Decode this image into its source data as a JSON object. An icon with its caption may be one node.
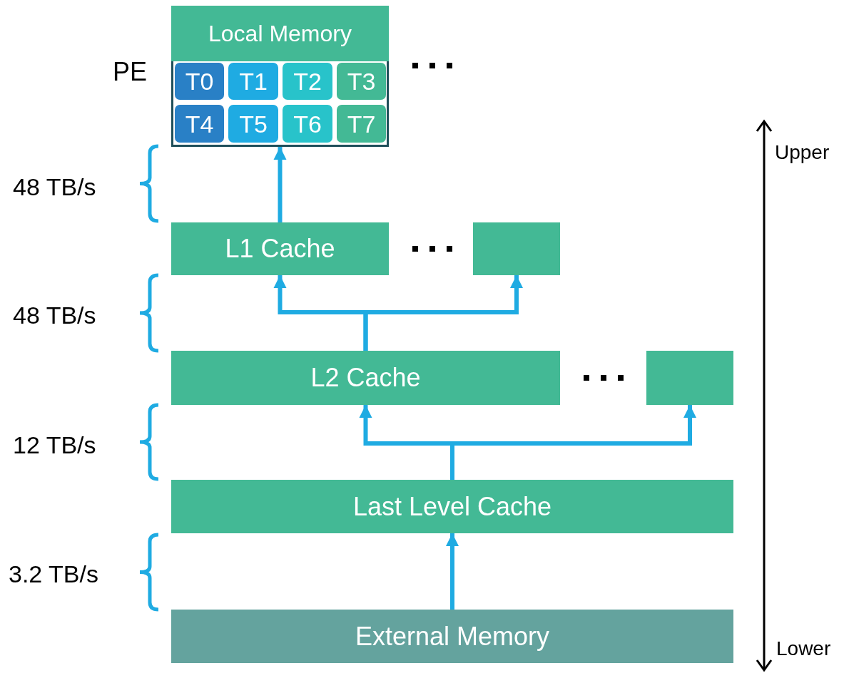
{
  "diagram": {
    "nodes": [
      {
        "text": [
          "PE"
        ]
      },
      {
        "text": [
          "Local Memory"
        ],
        "in": 0
      },
      {
        "text": [
          "T0"
        ],
        "in": 0
      },
      {
        "text": [
          "T1"
        ],
        "in": 0
      },
      {
        "text": [
          "T2"
        ],
        "in": 0
      },
      {
        "text": [
          "T3"
        ],
        "in": 0
      },
      {
        "text": [
          "T4"
        ],
        "in": 0
      },
      {
        "text": [
          "T5"
        ],
        "in": 0
      },
      {
        "text": [
          "T6"
        ],
        "in": 0
      },
      {
        "text": [
          "T7"
        ],
        "in": 0
      },
      {
        "text": [
          "L1 Cache"
        ]
      },
      {
        "text": [],
        "shape": "box"
      },
      {
        "text": [
          "L2 Cache"
        ]
      },
      {
        "text": [],
        "shape": "box"
      },
      {
        "text": [
          "Last Level Cache"
        ]
      },
      {
        "text": [
          "External Memory"
        ]
      }
    ],
    "edges": [
      {
        "from": 10,
        "to": 0,
        "arrow": "to"
      },
      {
        "from": 12,
        "to": 10,
        "arrow": "to"
      },
      {
        "from": 12,
        "to": 11,
        "arrow": "to"
      },
      {
        "from": 14,
        "to": 12,
        "arrow": "to"
      },
      {
        "from": 14,
        "to": 13,
        "arrow": "to"
      },
      {
        "from": 15,
        "to": 14,
        "arrow": "to"
      }
    ],
    "labels": [
      "48 TB/s",
      "48 TB/s",
      "12 TB/s",
      "3.2 TB/s",
      "Upper",
      "Lower"
    ]
  }
}
